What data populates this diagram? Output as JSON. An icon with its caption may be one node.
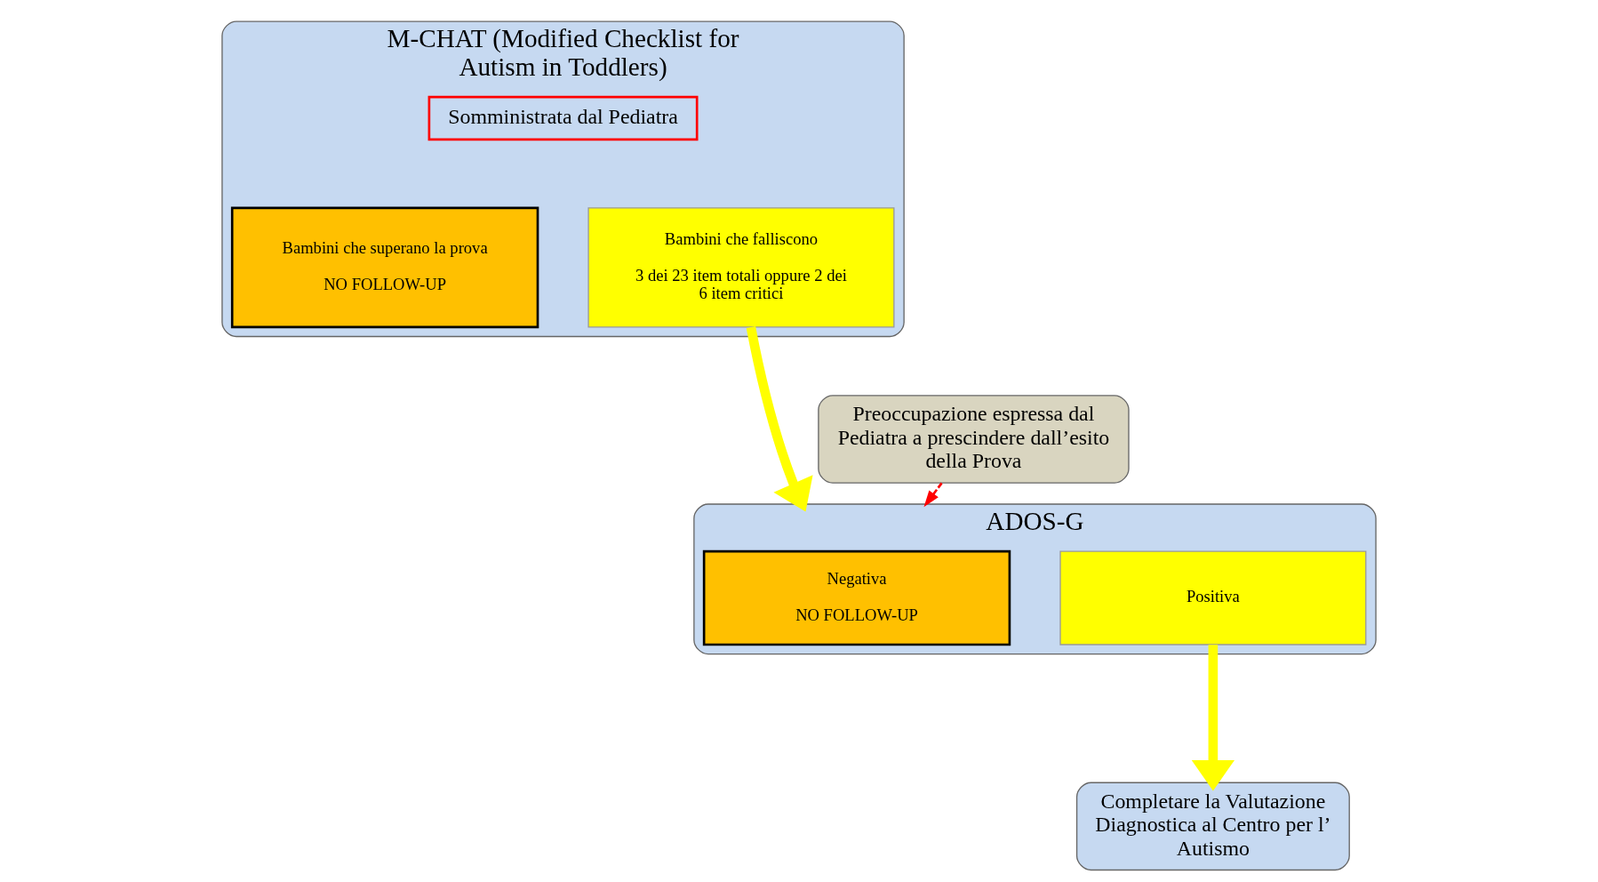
{
  "diagram": {
    "nodes": [
      {
        "text": [
          "M-CHAT (Modified Checklist for Autism in Toddlers)"
        ]
      },
      {
        "text": [
          "Somministrata dal Pediatra"
        ],
        "in": 0
      },
      {
        "text": [
          "Bambini che superano la prova",
          "NO FOLLOW-UP"
        ],
        "in": 0
      },
      {
        "text": [
          "Bambini che falliscono",
          "3 dei 23 item totali oppure 2 dei 6 item critici"
        ],
        "in": 0
      },
      {
        "text": [
          "Preoccupazione espressa dal Pediatra a prescindere dall’esito della Prova"
        ]
      },
      {
        "text": [
          "ADOS-G"
        ]
      },
      {
        "text": [
          "Negativa",
          "NO FOLLOW-UP"
        ],
        "in": 5
      },
      {
        "text": [
          "Positiva"
        ],
        "in": 5
      },
      {
        "text": [
          "Completare la Valutazione Diagnostica al Centro per l’ Autismo"
        ]
      }
    ],
    "edges": [
      {
        "from": 3,
        "to": 5,
        "arrow": "to",
        "color": "#ffff00"
      },
      {
        "from": 4,
        "to": 5,
        "arrow": "to",
        "style": "dashed",
        "color": "#ff0000"
      },
      {
        "from": 7,
        "to": 8,
        "arrow": "to",
        "color": "#ffff00"
      }
    ]
  }
}
